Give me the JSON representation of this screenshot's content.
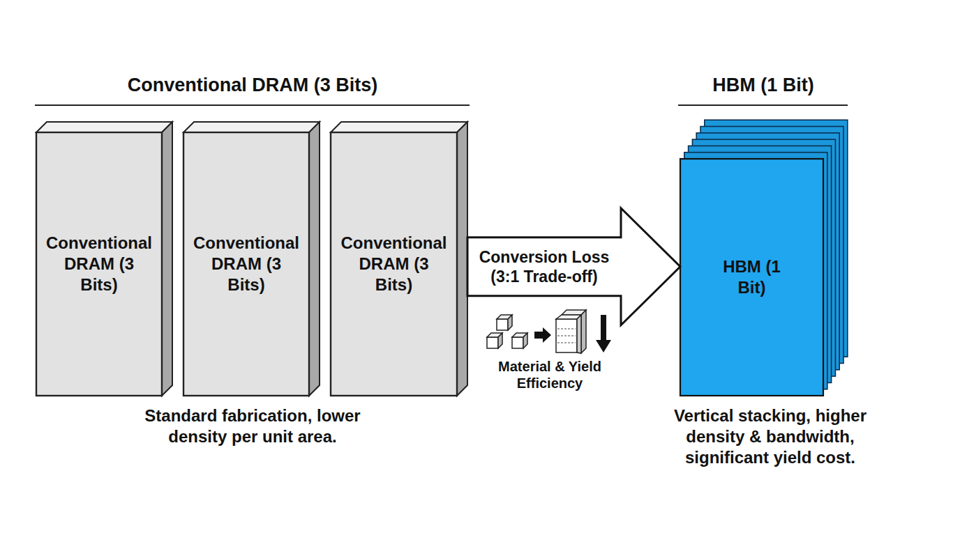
{
  "diagram": {
    "nodes": [
      {
        "text": [
          "Conventional DRAM (3 Bits)"
        ]
      },
      {
        "text": [
          "Conventional DRAM (3 Bits)"
        ]
      },
      {
        "text": [
          "Conventional DRAM (3 Bits)"
        ]
      },
      {
        "text": [
          "HBM (1 Bit)"
        ]
      }
    ],
    "edges": [
      {
        "from": 2,
        "to": 3,
        "arrow": "to",
        "label": "Conversion Loss (3:1 Trade-off)"
      }
    ],
    "labels": [
      "Conventional DRAM (3 Bits)",
      "HBM (1 Bit)",
      "Material & Yield Efficiency",
      "Standard fabrication, lower density per unit area.",
      "Vertical stacking, higher density & bandwidth, significant yield cost."
    ]
  }
}
